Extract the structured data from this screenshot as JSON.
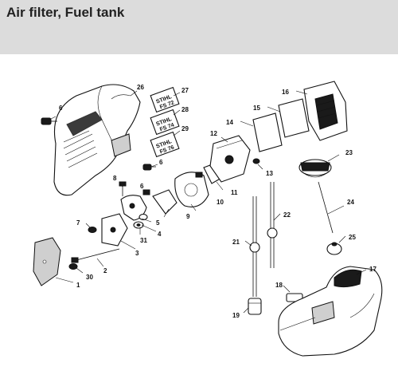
{
  "header": {
    "title": "Air filter, Fuel tank"
  },
  "badges": [
    {
      "brand": "STIHL",
      "model": "FS 72"
    },
    {
      "brand": "STIHL",
      "model": "FS 74"
    },
    {
      "brand": "STIHL",
      "model": "FS 76"
    }
  ],
  "callouts": {
    "p1": "1",
    "p2": "2",
    "p3": "3",
    "p4": "4",
    "p5": "5",
    "p6a": "6",
    "p6b": "6",
    "p6c": "6",
    "p7": "7",
    "p8": "8",
    "p9": "9",
    "p10": "10",
    "p11": "11",
    "p12": "12",
    "p13": "13",
    "p14": "14",
    "p15": "15",
    "p16": "16",
    "p17": "17",
    "p18": "18",
    "p19": "19",
    "p21": "21",
    "p22": "22",
    "p23": "23",
    "p24": "24",
    "p25": "25",
    "p26": "26",
    "p27": "27",
    "p28": "28",
    "p29": "29",
    "p30": "30",
    "p31": "31"
  }
}
